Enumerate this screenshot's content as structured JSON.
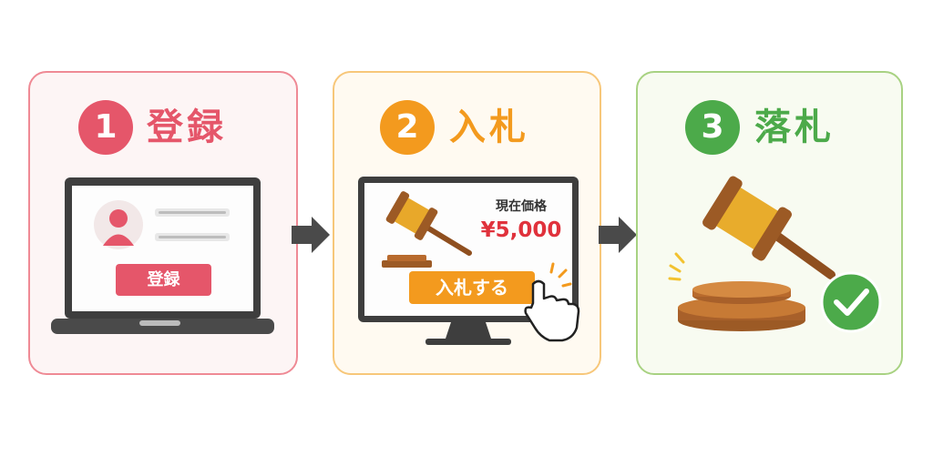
{
  "steps": [
    {
      "number": "1",
      "title": "登録",
      "button": "登録",
      "color": "#e5566a"
    },
    {
      "number": "2",
      "title": "入札",
      "price_label": "現在価格",
      "price": "¥5,000",
      "button": "入札する",
      "color": "#f39a1e"
    },
    {
      "number": "3",
      "title": "落札",
      "color": "#4caa4a"
    }
  ]
}
